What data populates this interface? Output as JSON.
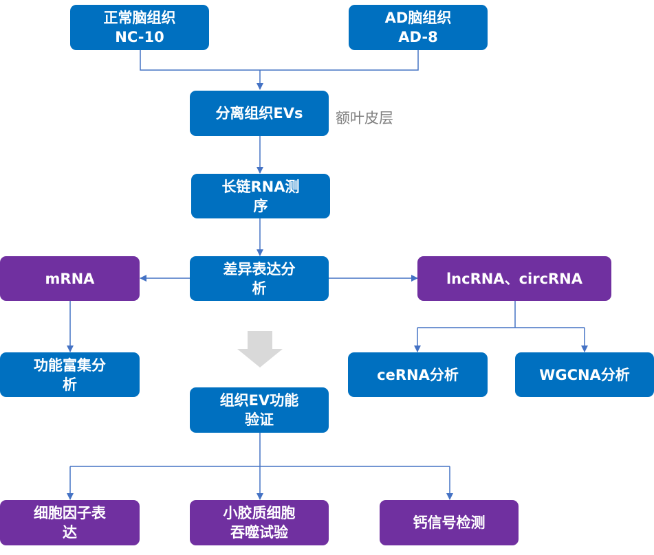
{
  "diagram": {
    "nodes": {
      "normal_tissue": {
        "line1": "正常脑组织",
        "line2": "NC-10"
      },
      "ad_tissue": {
        "line1": "AD脑组织",
        "line2": "AD-8"
      },
      "isolate_evs": {
        "label": "分离组织EVs"
      },
      "isolate_note": "额叶皮层",
      "long_rna_seq": {
        "line1": "长链RNA测",
        "line2": "序"
      },
      "diff_expr": {
        "line1": "差异表达分",
        "line2": "析"
      },
      "mrna": {
        "label": "mRNA"
      },
      "lnc_circ": {
        "label": "lncRNA、circRNA"
      },
      "func_enrich": {
        "line1": "功能富集分",
        "line2": "析"
      },
      "cerna": {
        "label": "ceRNA分析"
      },
      "wgcna": {
        "label": "WGCNA分析"
      },
      "ev_validation": {
        "line1": "组织EV功能",
        "line2": "验证"
      },
      "cytokine": {
        "line1": "细胞因子表",
        "line2": "达"
      },
      "phagocytosis": {
        "line1": "小胶质细胞",
        "line2": "吞噬试验"
      },
      "calcium": {
        "label": "钙信号检测"
      }
    },
    "colors": {
      "primary_blue": "#0070c0",
      "purple": "#7030a0",
      "connector": "#4472c4",
      "big_arrow": "#d9d9d9",
      "note_gray": "#7f7f7f"
    }
  }
}
